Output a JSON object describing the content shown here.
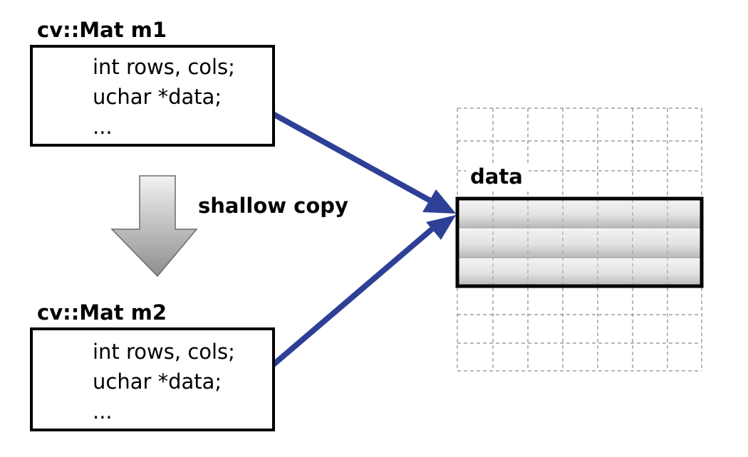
{
  "m1": {
    "title": "cv::Mat m1",
    "fields": [
      "int rows, cols;",
      "uchar *data;",
      "..."
    ]
  },
  "m2": {
    "title": "cv::Mat m2",
    "fields": [
      "int rows, cols;",
      "uchar *data;",
      "..."
    ]
  },
  "copy_label": "shallow copy",
  "data_label": "data",
  "colors": {
    "pointer_arrow": "#2e3f96",
    "copy_arrow_top": "#f2f2f2",
    "copy_arrow_bottom": "#8e8e8e",
    "grid_dash": "#8a8a8a"
  },
  "icons": {
    "copy_arrow": "down-arrow-icon"
  }
}
